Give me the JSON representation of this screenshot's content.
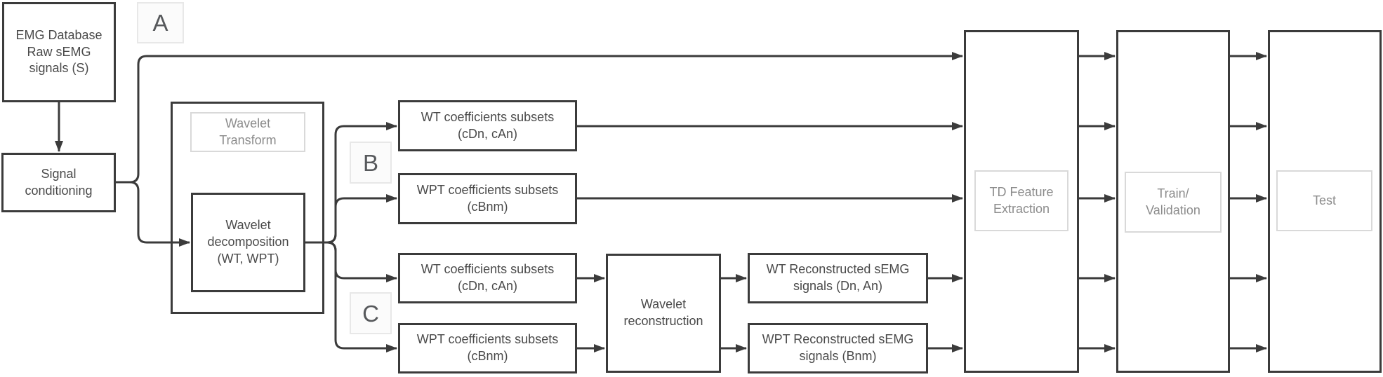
{
  "diagram": {
    "nodes": {
      "emg_database": {
        "label": "EMG Database\nRaw sEMG\nsignals (S)"
      },
      "signal_conditioning": {
        "label": "Signal\nconditioning"
      },
      "wavelet_transform_group": {
        "label": "Wavelet\nTransform"
      },
      "wavelet_decomposition": {
        "label": "Wavelet\ndecomposition\n(WT, WPT)"
      },
      "branch_label_a": {
        "label": "A"
      },
      "branch_label_b": {
        "label": "B"
      },
      "branch_label_c": {
        "label": "C"
      },
      "wt_coefficients_b": {
        "label": "WT coefficients subsets\n(cDn, cAn)"
      },
      "wpt_coefficients_b": {
        "label": "WPT coefficients subsets\n(cBnm)"
      },
      "wt_coefficients_c": {
        "label": "WT coefficients subsets\n(cDn, cAn)"
      },
      "wpt_coefficients_c": {
        "label": "WPT coefficients subsets\n(cBnm)"
      },
      "wavelet_reconstruction": {
        "label": "Wavelet\nreconstruction"
      },
      "wt_reconstructed": {
        "label": "WT Reconstructed sEMG\nsignals (Dn, An)"
      },
      "wpt_reconstructed": {
        "label": "WPT Reconstructed sEMG\nsignals (Bnm)"
      },
      "td_feature_extraction": {
        "label": "TD Feature\nExtraction"
      },
      "train_validation": {
        "label": "Train/\nValidation"
      },
      "test": {
        "label": "Test"
      }
    },
    "colors": {
      "background": "#ffffff",
      "line": "#3b3b3b",
      "box_border": "#3b3b3b",
      "box_text": "#4a4a4a",
      "ghost_border": "#d9d9d9",
      "ghost_text": "#8c8c8c",
      "letter_text": "#57595c"
    }
  }
}
